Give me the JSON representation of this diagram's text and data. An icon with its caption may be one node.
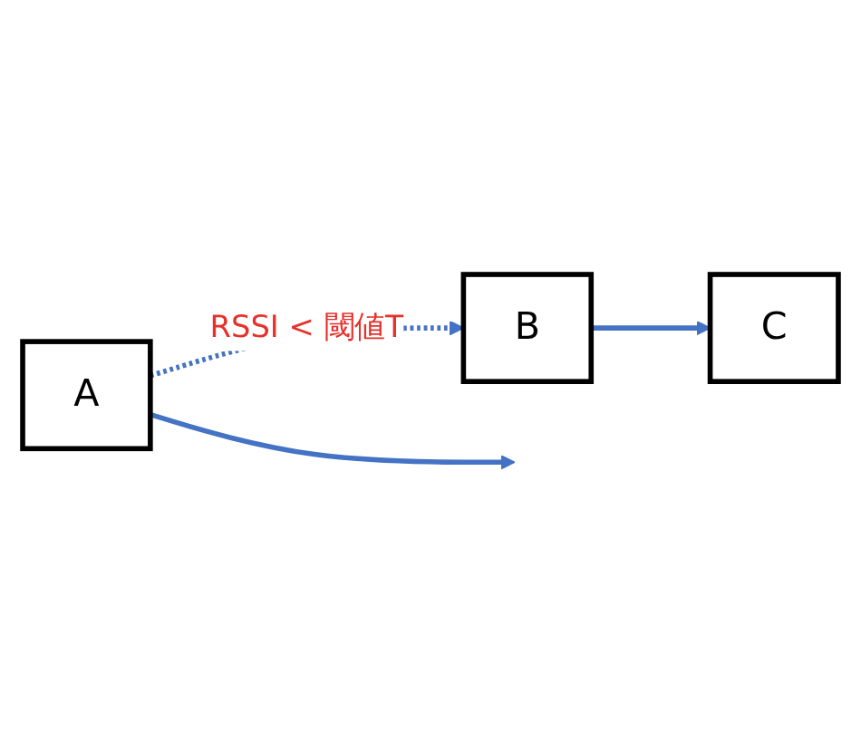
{
  "diagram": {
    "nodes": [
      {
        "text": [
          "A"
        ]
      },
      {
        "text": [
          "B"
        ]
      },
      {
        "text": [
          "C"
        ]
      }
    ],
    "edges": [
      {
        "from": 0,
        "to": null,
        "arrow": "to"
      },
      {
        "from": 0,
        "to": 1,
        "arrow": "to",
        "style": "dashed",
        "label": "RSSI < 閾値T"
      },
      {
        "from": 1,
        "to": 2,
        "arrow": "to"
      }
    ]
  }
}
